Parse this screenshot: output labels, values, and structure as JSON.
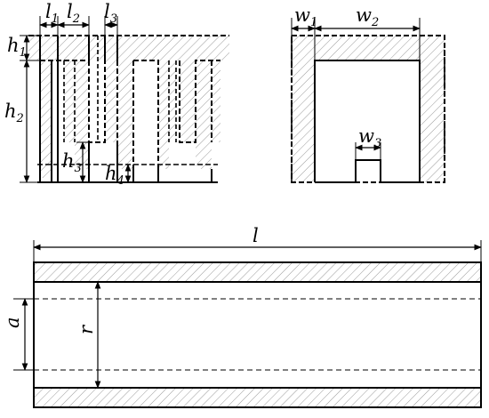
{
  "labels": {
    "l1": {
      "base": "l",
      "sub": "1"
    },
    "l2": {
      "base": "l",
      "sub": "2"
    },
    "l3": {
      "base": "l",
      "sub": "3"
    },
    "h1": {
      "base": "h",
      "sub": "1"
    },
    "h2": {
      "base": "h",
      "sub": "2"
    },
    "h3": {
      "base": "h",
      "sub": "3"
    },
    "h4": {
      "base": "h",
      "sub": "4"
    },
    "w1": {
      "base": "w",
      "sub": "1"
    },
    "w2": {
      "base": "w",
      "sub": "2"
    },
    "w3": {
      "base": "w",
      "sub": "3"
    },
    "l": "l",
    "a": "a",
    "r": "r"
  },
  "colors": {
    "stroke": "#000000",
    "hatch": "#9a9a9a",
    "background": "#ffffff"
  }
}
